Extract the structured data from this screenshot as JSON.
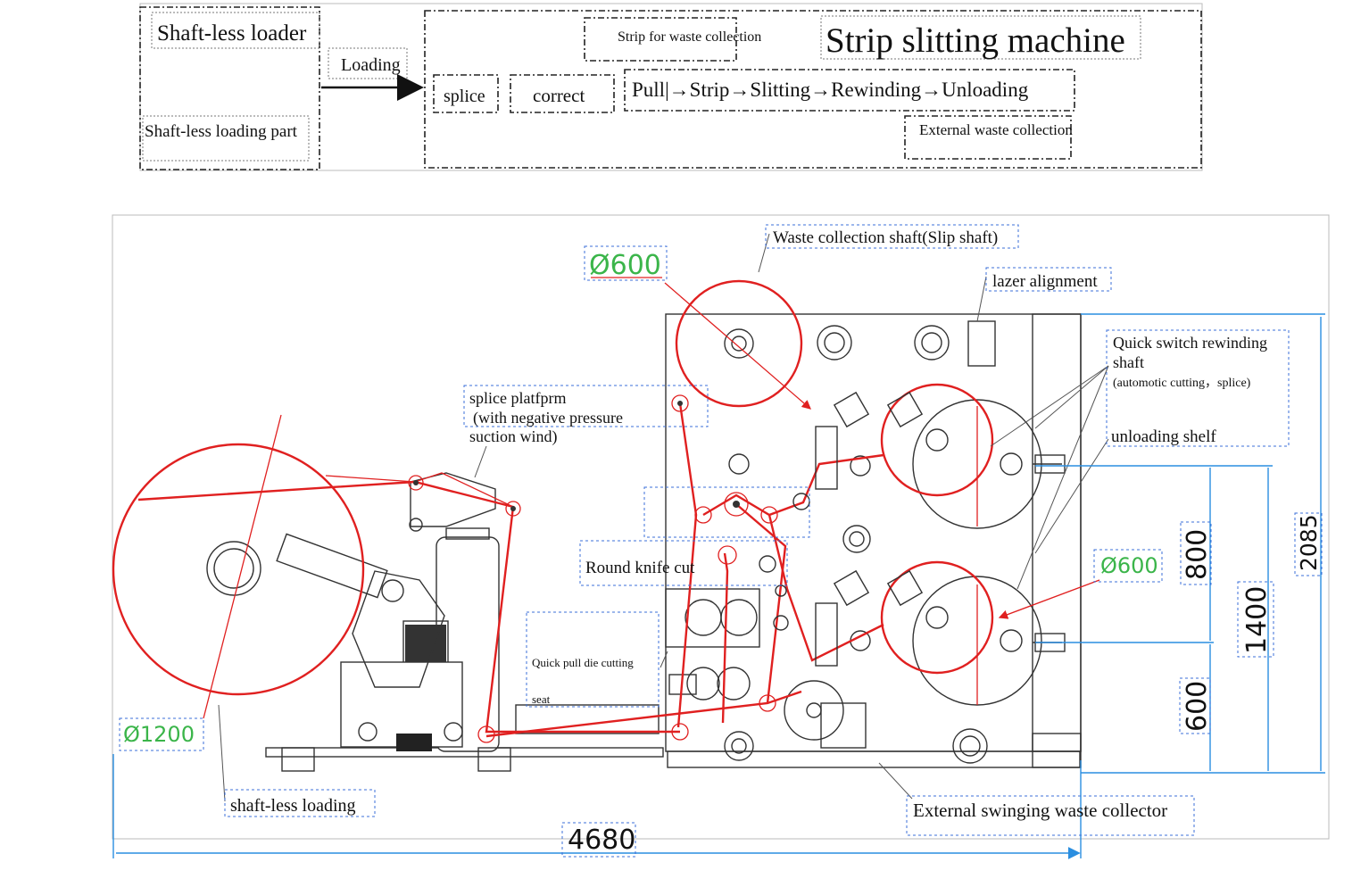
{
  "flow": {
    "loader_title": "Shaft-less loader",
    "loading": "Loading",
    "loader_part": "Shaft-less loading part",
    "machine_title": "Strip slitting machine",
    "splice": "splice",
    "correct": "correct",
    "strip_waste": "Strip for waste collection",
    "process": "Pull|→Strip→Slitting→Rewinding→Unloading",
    "external_waste": "External waste collection"
  },
  "labels": {
    "waste_shaft": "Waste collection shaft(Slip shaft)",
    "lazer": "lazer alignment",
    "quick_switch_1": "Quick switch rewinding",
    "quick_switch_2": "shaft",
    "quick_switch_3": "(automotic cutting，splice)",
    "unloading_shelf": "unloading shelf",
    "splice_platform_1": "splice platfprm",
    "splice_platform_2": "(with    negative pressure",
    "splice_platform_3": "suction wind)",
    "round_knife": "Round knife cut",
    "quick_pull": "Quick pull die cutting",
    "seat": "seat",
    "shaftless_loading": "shaft-less loading",
    "external_swinging": "External swinging waste collector"
  },
  "dimensions": {
    "d_top": "Ø600",
    "d_right": "Ø600",
    "d_left": "Ø1200",
    "width_total": "4680",
    "h_800": "800",
    "h_1400": "1400",
    "h_2085": "2085",
    "h_600": "600"
  },
  "colors": {
    "web_path": "#e02020",
    "dimension_lines": "#2a8ee0",
    "diameter_text": "#3bb54a",
    "annotation_boxes": "#3b6fd8"
  },
  "icons": [
    "arrow-right-icon",
    "guide-roller-icon",
    "reel-icon",
    "laser-unit-icon",
    "motor-icon"
  ]
}
